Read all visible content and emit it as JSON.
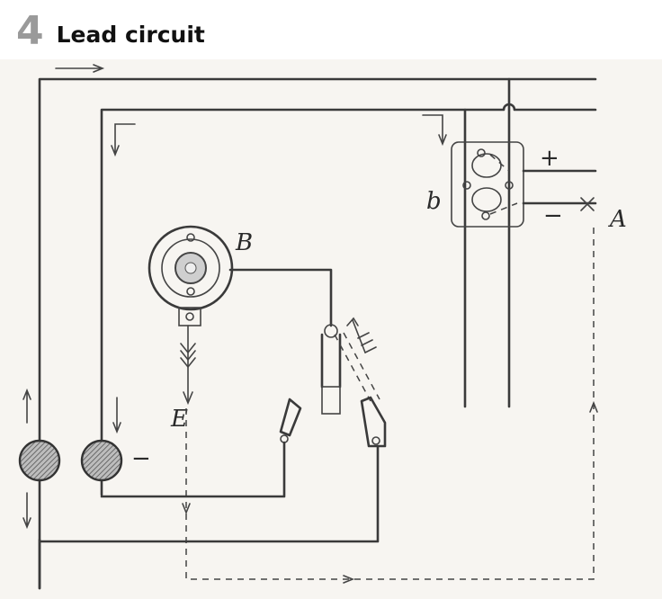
{
  "header": {
    "step_number": "4",
    "title": "Lead circuit"
  },
  "diagram": {
    "labels": {
      "B": "B",
      "b": "b",
      "E": "E",
      "A": "A",
      "plus": "+",
      "minus_right": "−",
      "minus_left": "−"
    },
    "colors": {
      "ink": "#3a3a3a",
      "paper": "#f7f5f1",
      "step_number": "#9a9a9a"
    }
  }
}
